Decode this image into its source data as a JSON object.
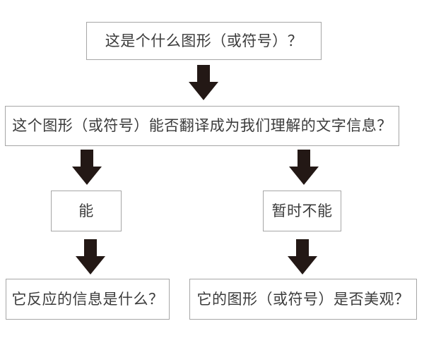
{
  "flowchart": {
    "title": "graphic-symbol-analysis-flowchart",
    "colors": {
      "background": "#ffffff",
      "box_border": "#a6a6a6",
      "text": "#3b3b3b",
      "arrow": "#231815"
    },
    "nodes": [
      {
        "id": "q1",
        "label": "这是个什么图形（或符号）？"
      },
      {
        "id": "q2",
        "label": "这个图形（或符号）能否翻译成为我们理解的文字信息？"
      },
      {
        "id": "yes",
        "label": "能"
      },
      {
        "id": "notyet",
        "label": "暂时不能"
      },
      {
        "id": "info",
        "label": "它反应的信息是什么？"
      },
      {
        "id": "aesthetic",
        "label": "它的图形（或符号）是否美观？"
      }
    ],
    "arrows": [
      {
        "from": "q1",
        "to": "q2",
        "direction": "down"
      },
      {
        "from": "q2",
        "to": "yes",
        "direction": "down"
      },
      {
        "from": "q2",
        "to": "notyet",
        "direction": "down"
      },
      {
        "from": "yes",
        "to": "info",
        "direction": "down"
      },
      {
        "from": "notyet",
        "to": "aesthetic",
        "direction": "down"
      }
    ]
  }
}
